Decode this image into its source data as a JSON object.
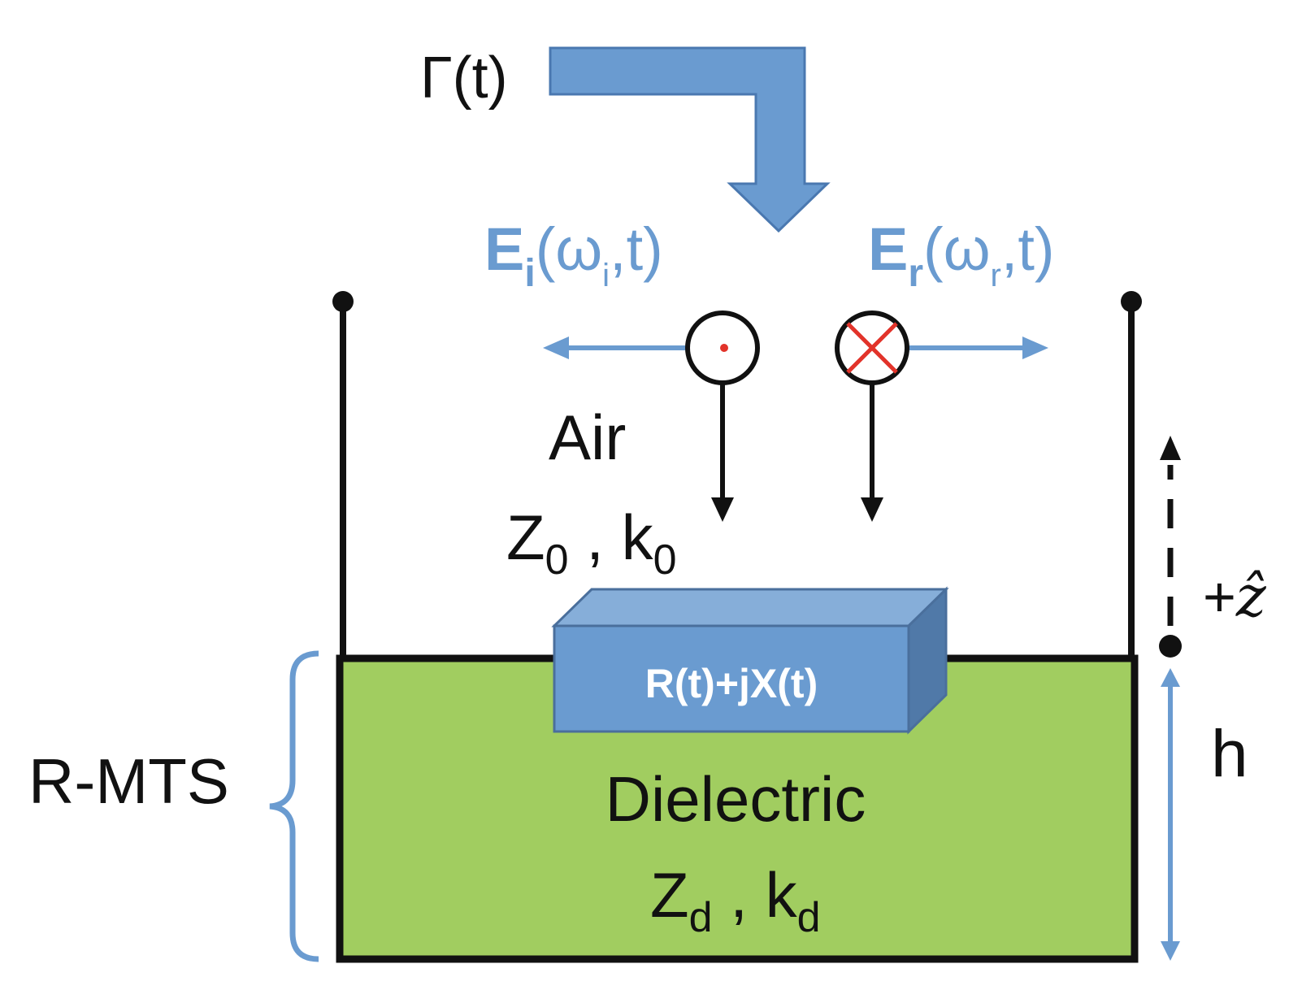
{
  "gamma": {
    "symbol": "Γ",
    "arg": "(t)"
  },
  "incident": {
    "field": "E",
    "sub": "i",
    "open": "(ω",
    "omega_sub": "i",
    "close": ",t)"
  },
  "reflected": {
    "field": "E",
    "sub": "r",
    "open": "(ω",
    "omega_sub": "r",
    "close": ",t)"
  },
  "air": {
    "label": "Air",
    "z": "Z",
    "z_sub": "0",
    "sep": " , ",
    "k": "k",
    "k_sub": "0"
  },
  "dielectric": {
    "label": "Dielectric",
    "z": "Z",
    "z_sub": "d",
    "sep": " , ",
    "k": "k",
    "k_sub": "d"
  },
  "impedance_label": "R(t)+jX(t)",
  "rmts_label": "R-MTS",
  "height_label": "h",
  "z_axis": {
    "sign": "+",
    "symbol": "ẑ"
  },
  "colors": {
    "blue": "#6a9bd0",
    "blue_top": "#86aed9",
    "blue_side": "#5079a8",
    "dielectric_green": "#a1cd60",
    "red_marker": "#e2332a",
    "outline": "#111111"
  }
}
